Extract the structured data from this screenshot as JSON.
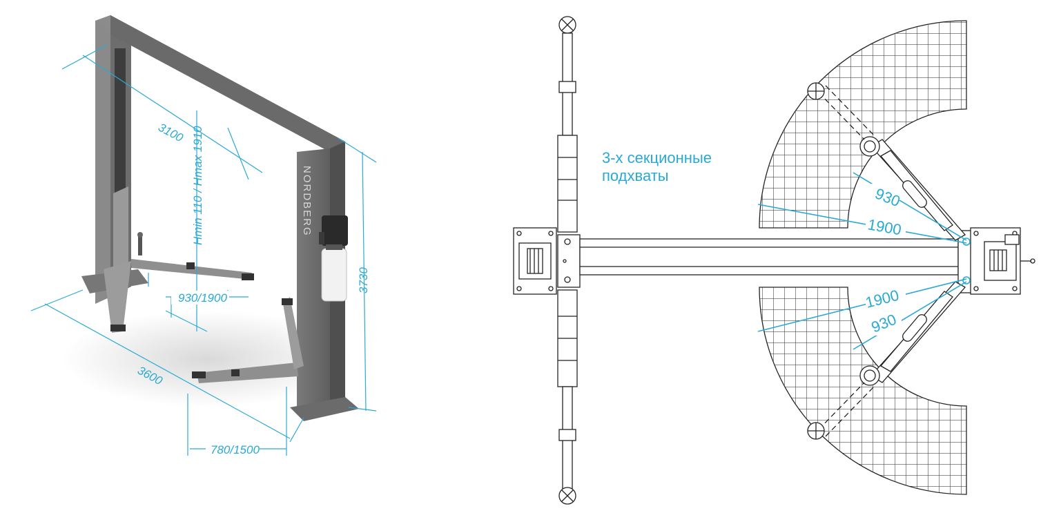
{
  "brand": "NORDBERG",
  "dimensions": {
    "width": "3100",
    "length": "3600",
    "height": "3730",
    "lift_height": "Hmin 110 / Hmax 1910",
    "arm_reach": "930/1900",
    "short_arm": "780/1500"
  },
  "plan_view": {
    "note_line1": "3-х секционные",
    "note_line2": "подхваты",
    "arm_upper_short": "930",
    "arm_upper_long": "1900",
    "arm_lower_long": "1900",
    "arm_lower_short": "930"
  },
  "colors": {
    "accent": "#29a9d6",
    "frame": "#6b6b6b",
    "line": "#222222"
  }
}
